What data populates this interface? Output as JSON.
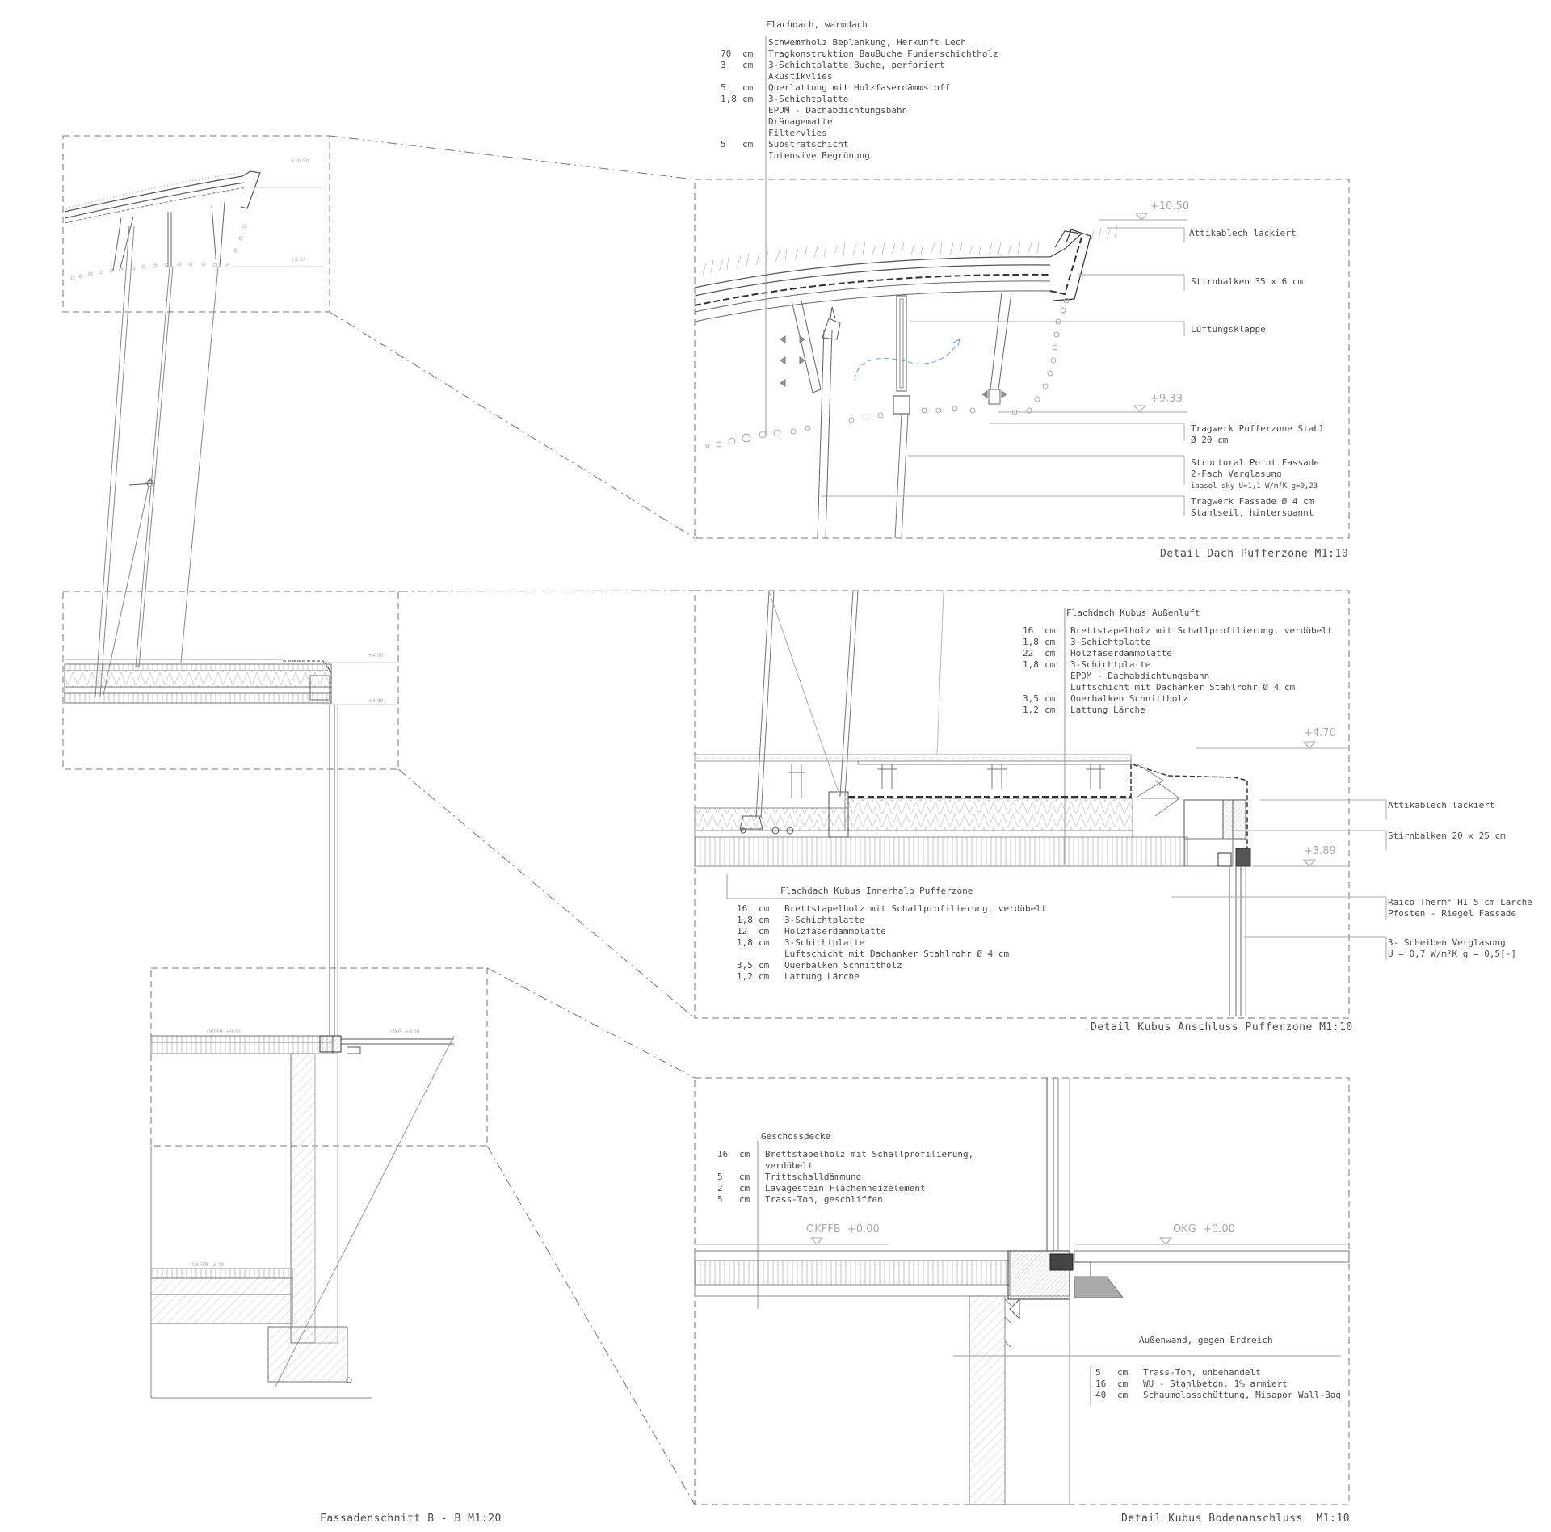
{
  "titles": {
    "fassadenschnitt": "Fassadenschnitt B - B M1:20",
    "detail_dach": "Detail Dach Pufferzone M1:10",
    "detail_kubus": "Detail Kubus Anschluss Pufferzone M1:10",
    "detail_boden": "Detail Kubus Bodenanschluss  M1:10"
  },
  "roof_spec": {
    "heading": "Flachdach, warmdach",
    "rows": [
      {
        "num": "",
        "unit": "",
        "desc": "Schwemmholz Beplankung, Herkunft Lech"
      },
      {
        "num": "70",
        "unit": "cm",
        "desc": "Tragkonstruktion BauBuche Funierschichtholz"
      },
      {
        "num": "3",
        "unit": "cm",
        "desc": "3-Schichtplatte Buche, perforiert"
      },
      {
        "num": "",
        "unit": "",
        "desc": "Akustikvlies"
      },
      {
        "num": "5",
        "unit": "cm",
        "desc": "Querlattung mit Holzfaserdämmstoff"
      },
      {
        "num": "1,8",
        "unit": "cm",
        "desc": "3-Schichtplatte"
      },
      {
        "num": "",
        "unit": "",
        "desc": "EPDM - Dachabdichtungsbahn"
      },
      {
        "num": "",
        "unit": "",
        "desc": "Dränagematte"
      },
      {
        "num": "",
        "unit": "",
        "desc": "Filtervlies"
      },
      {
        "num": "5",
        "unit": "cm",
        "desc": "Substratschicht"
      },
      {
        "num": "",
        "unit": "",
        "desc": "Intensive Begrünung"
      }
    ]
  },
  "roof_labels": {
    "attika": "Attikablech lackiert",
    "stirnbalken": "Stirnbalken 35 x 6 cm",
    "lueftung": "Lüftungsklappe",
    "tragwerk1": "Tragwerk Pufferzone Stahl",
    "tragwerk2": "Ø 20 cm",
    "point1": "Structural Point Fassade",
    "point2": "2-Fach Verglasung",
    "point3": "ipasol sky U=1,1 W/m²K g=0,23",
    "fassade1": "Tragwerk Fassade Ø 4 cm",
    "fassade2": "Stahlseil, hinterspannt"
  },
  "levels": {
    "roof_top": "+10.50",
    "roof_bottom": "+9.33",
    "kubus_top": "+4.70",
    "kubus_bottom": "+3.89",
    "okffb": "OKFFB  +0.00",
    "okg": "OKG  +0.00",
    "small_roof_top": "+10.50",
    "small_roof_bottom": "+9.33",
    "small_kubus_top": "+4.70",
    "small_kubus_bottom": "+3.89",
    "small_okffb": "OKFFB  +0.00",
    "small_okg": "OKG  +0.00",
    "small_okffb_basement": "OKFFB  -2.40"
  },
  "kubus_out_spec": {
    "heading": "Flachdach Kubus Außenluft",
    "rows": [
      {
        "num": "16",
        "unit": "cm",
        "desc": "Brettstapelholz mit Schallprofilierung, verdübelt"
      },
      {
        "num": "1,8",
        "unit": "cm",
        "desc": "3-Schichtplatte"
      },
      {
        "num": "22",
        "unit": "cm",
        "desc": "Holzfaserdämmplatte"
      },
      {
        "num": "1,8",
        "unit": "cm",
        "desc": "3-Schichtplatte"
      },
      {
        "num": "",
        "unit": "",
        "desc": "EPDM - Dachabdichtungsbahn"
      },
      {
        "num": "",
        "unit": "",
        "desc": "Luftschicht mit Dachanker Stahlrohr Ø 4 cm"
      },
      {
        "num": "3,5",
        "unit": "cm",
        "desc": "Querbalken Schnittholz"
      },
      {
        "num": "1,2",
        "unit": "cm",
        "desc": "Lattung Lärche"
      }
    ]
  },
  "kubus_in_spec": {
    "heading": "Flachdach Kubus Innerhalb Pufferzone",
    "rows": [
      {
        "num": "16",
        "unit": "cm",
        "desc": "Brettstapelholz mit Schallprofilierung, verdübelt"
      },
      {
        "num": "1,8",
        "unit": "cm",
        "desc": "3-Schichtplatte"
      },
      {
        "num": "12",
        "unit": "cm",
        "desc": "Holzfaserdämmplatte"
      },
      {
        "num": "1,8",
        "unit": "cm",
        "desc": "3-Schichtplatte"
      },
      {
        "num": "",
        "unit": "",
        "desc": "Luftschicht mit Dachanker Stahlrohr Ø 4 cm"
      },
      {
        "num": "3,5",
        "unit": "cm",
        "desc": "Querbalken Schnittholz"
      },
      {
        "num": "1,2",
        "unit": "cm",
        "desc": "Lattung Lärche"
      }
    ]
  },
  "kubus_labels": {
    "attika": "Attikablech lackiert",
    "stirnbalken": "Stirnbalken 20 x 25 cm",
    "raico1": "Raico Therm⁺ HI 5 cm Lärche",
    "raico2": "Pfosten - Riegel Fassade",
    "glas1": "3- Scheiben Verglasung",
    "glas2": "U = 0,7 W/m²K g = 0,5[-]"
  },
  "geschoss_spec": {
    "heading": "Geschossdecke",
    "rows": [
      {
        "num": "16",
        "unit": "cm",
        "desc": "Brettstapelholz mit Schallprofilierung,"
      },
      {
        "num": "",
        "unit": "",
        "desc": "verdübelt"
      },
      {
        "num": "5",
        "unit": "cm",
        "desc": "Trittschalldämmung"
      },
      {
        "num": "2",
        "unit": "cm",
        "desc": "Lavagestein Flächenheizelement"
      },
      {
        "num": "5",
        "unit": "cm",
        "desc": "Trass-Ton, geschliffen"
      }
    ]
  },
  "wall_spec": {
    "heading": "Außenwand, gegen Erdreich",
    "rows": [
      {
        "num": "5",
        "unit": "cm",
        "desc": "Trass-Ton, unbehandelt"
      },
      {
        "num": "16",
        "unit": "cm",
        "desc": "WU - Stahlbeton, 1% armiert"
      },
      {
        "num": "40",
        "unit": "cm",
        "desc": "Schaumglasschüttung, Misapor Wall-Bag"
      }
    ]
  }
}
